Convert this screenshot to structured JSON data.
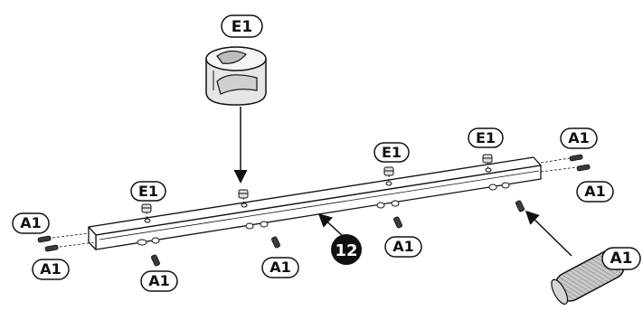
{
  "labels": {
    "cam_lock": "E1",
    "dowel": "A1"
  },
  "step_number": "12",
  "colors": {
    "ink": "#111111",
    "paper": "#ffffff",
    "dowel_fill": "#bdbdbd",
    "hardware_fill": "#dedede"
  },
  "icons": [
    "cam-lock-icon",
    "wood-dowel-icon"
  ]
}
